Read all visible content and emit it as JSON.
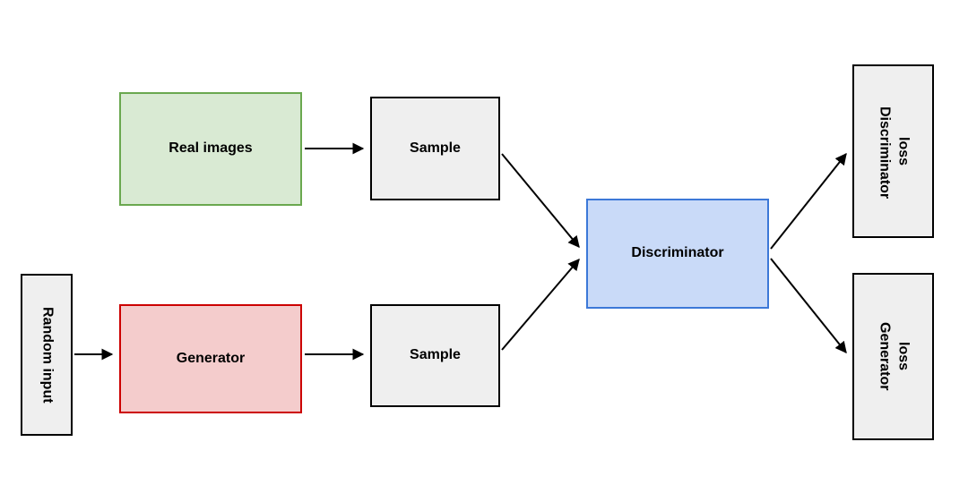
{
  "diagram": {
    "nodes": {
      "real_images": {
        "label": "Real images"
      },
      "sample_top": {
        "label": "Sample"
      },
      "random_input": {
        "label": "Random input"
      },
      "generator": {
        "label": "Generator"
      },
      "sample_bottom": {
        "label": "Sample"
      },
      "discriminator": {
        "label": "Discriminator"
      },
      "discriminator_loss": {
        "label": "Discriminator loss"
      },
      "generator_loss": {
        "label": "Generator loss"
      }
    },
    "edges": [
      {
        "from": "real_images",
        "to": "sample_top"
      },
      {
        "from": "sample_top",
        "to": "discriminator"
      },
      {
        "from": "random_input",
        "to": "generator"
      },
      {
        "from": "generator",
        "to": "sample_bottom"
      },
      {
        "from": "sample_bottom",
        "to": "discriminator"
      },
      {
        "from": "discriminator",
        "to": "discriminator_loss"
      },
      {
        "from": "discriminator",
        "to": "generator_loss"
      }
    ],
    "colors": {
      "real_images_fill": "#d9ead3",
      "real_images_border": "#6aa84f",
      "generator_fill": "#f4cccc",
      "generator_border": "#cc0000",
      "discriminator_fill": "#c9daf8",
      "discriminator_border": "#3c78d8",
      "neutral_fill": "#efefef",
      "neutral_border": "#000000",
      "arrow": "#000000",
      "background": "#ffffff"
    }
  }
}
